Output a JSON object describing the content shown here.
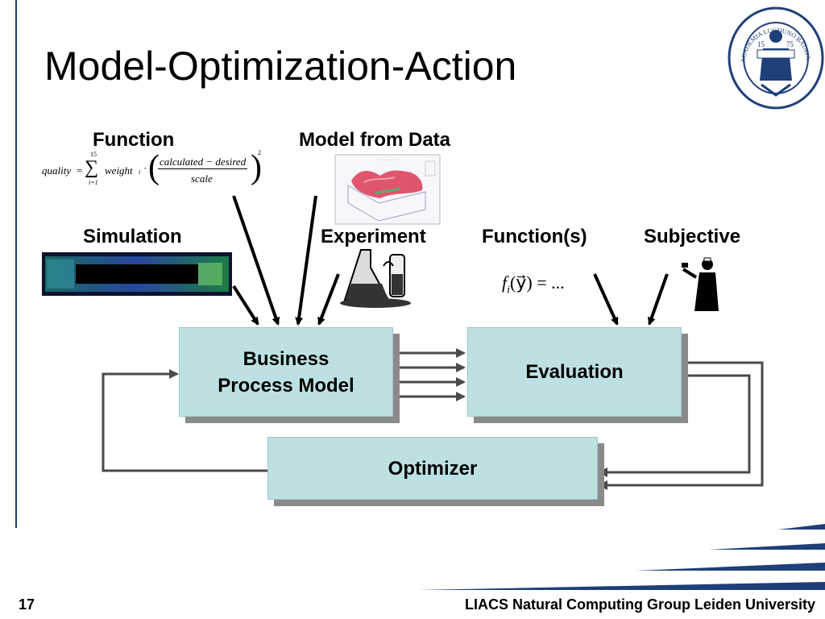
{
  "slide": {
    "title": "Model-Optimization-Action",
    "page_number": "17",
    "footer": "LIACS Natural Computing Group Leiden University"
  },
  "labels": {
    "function": "Function",
    "model_from_data": "Model from Data",
    "simulation": "Simulation",
    "experiment": "Experiment",
    "functions": "Function(s)",
    "subjective": "Subjective"
  },
  "formula": {
    "quality": "quality",
    "sum_upper": "15",
    "sum_lower": "i=1",
    "weight": "weight",
    "numerator": "calculated − desired",
    "denominator": "scale",
    "exponent": "2",
    "sub": "i"
  },
  "fy": {
    "f": "f",
    "i": "i",
    "rest": "(y⃗) = ..."
  },
  "boxes": {
    "bpm_line1": "Business",
    "bpm_line2": "Process Model",
    "evaluation": "Evaluation",
    "optimizer": "Optimizer"
  },
  "seal": {
    "ring_text": "ACADEMIA LUGDUNO BATAVA PRAESIDIUM LIBERTATIS",
    "left_num": "15",
    "right_num": "75"
  },
  "colors": {
    "accent": "#1f3f79",
    "box": "#bde0e2",
    "shadow": "#8a8a8a",
    "connector": "#4a4a4a"
  }
}
